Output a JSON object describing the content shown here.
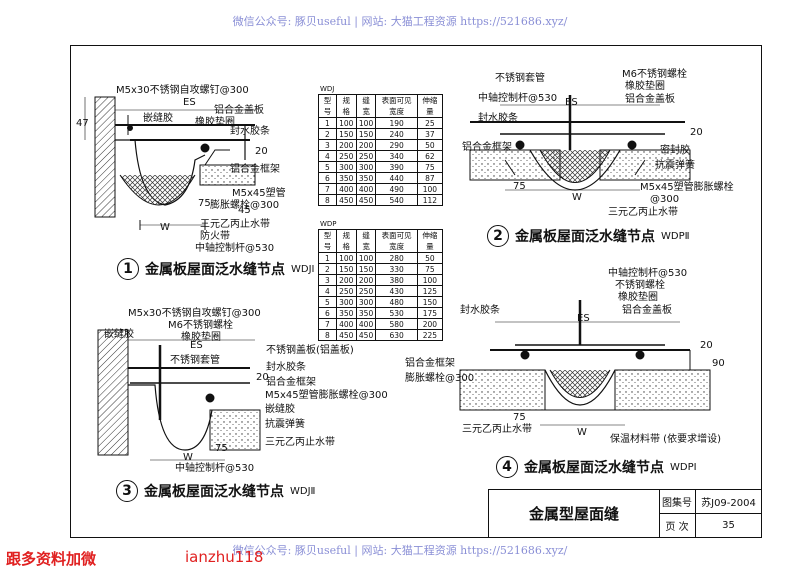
{
  "watermark_top": "微信公众号: 豚贝useful | 网站: 大猫工程资源 https://521686.xyz/",
  "watermark_bottom": "微信公众号: 豚贝useful | 网站: 大猫工程资源 https://521686.xyz/",
  "footer_left": "跟多资料加微",
  "footer_right": "ianzhu118",
  "details": {
    "d1": {
      "number": "1",
      "title": "金属板屋面泛水缝节点",
      "code": "WDJⅠ",
      "labels": {
        "screw": "M5x30不锈钢自攻螺钉@300",
        "es": "ES",
        "sealant": "嵌缝胶",
        "cover": "铝合金盖板",
        "washer": "橡胶垫圈",
        "seal_strip": "封水胶条",
        "frame": "铝合金框架",
        "bolt": "M5x45塑管",
        "bolt2": "膨胀螺栓@300",
        "epdm": "三元乙丙止水带",
        "fireproof": "防火带",
        "rod": "中轴控制杆@530",
        "dim_47": "47",
        "dim_20": "20",
        "dim_75": "75",
        "dim_45": "45",
        "w": "W"
      }
    },
    "d2": {
      "number": "2",
      "title": "金属板屋面泛水缝节点",
      "code": "WDPⅡ",
      "labels": {
        "sleeve": "不锈钢套管",
        "m6bolt": "M6不锈钢螺栓",
        "washer": "橡胶垫圈",
        "rod": "中轴控制杆@530",
        "cover": "铝合金盖板",
        "seal_strip": "封水胶条",
        "frame": "铝合金框架",
        "sealant": "密封胶",
        "spring": "抗震弹簧",
        "bolt": "M5x45塑管膨胀螺栓",
        "bolt2": "@300",
        "epdm": "三元乙丙止水带",
        "es": "ES",
        "dim_20": "20",
        "dim_75": "75",
        "w": "W"
      }
    },
    "d3": {
      "number": "3",
      "title": "金属板屋面泛水缝节点",
      "code": "WDJⅡ",
      "labels": {
        "screw": "M5x30不锈钢自攻螺钉@300",
        "m6bolt": "M6不锈钢螺栓",
        "washer": "橡胶垫圈",
        "sealant": "嵌缝胶",
        "cover": "不锈钢盖板(铝盖板)",
        "sleeve": "不锈钢套管",
        "seal_strip": "封水胶条",
        "frame": "铝合金框架",
        "bolt": "M5x45塑管膨胀螺栓@300",
        "sealant2": "嵌缝胶",
        "spring": "抗震弹簧",
        "epdm": "三元乙丙止水带",
        "rod": "中轴控制杆@530",
        "es": "ES",
        "dim_20": "20",
        "dim_75": "75",
        "w": "W"
      }
    },
    "d4": {
      "number": "4",
      "title": "金属板屋面泛水缝节点",
      "code": "WDPⅠ",
      "labels": {
        "rod": "中轴控制杆@530",
        "m6bolt": "不锈钢螺栓",
        "washer": "橡胶垫圈",
        "seal_strip": "封水胶条",
        "cover": "铝合金盖板",
        "frame": "铝合金框架",
        "bolt": "膨胀螺栓@300",
        "epdm": "三元乙丙止水带",
        "insulation": "保温材料带 (依要求增设)",
        "es": "ES",
        "dim_20": "20",
        "dim_90": "90",
        "dim_75": "75",
        "w": "W"
      }
    }
  },
  "table_wdj": {
    "caption": "WDJ",
    "headers": [
      "型号",
      "规格",
      "缝宽",
      "表面可见宽度",
      "伸缩量"
    ],
    "rows": [
      [
        "1",
        "100",
        "100",
        "190",
        "25"
      ],
      [
        "2",
        "150",
        "150",
        "240",
        "37"
      ],
      [
        "3",
        "200",
        "200",
        "290",
        "50"
      ],
      [
        "4",
        "250",
        "250",
        "340",
        "62"
      ],
      [
        "5",
        "300",
        "300",
        "390",
        "75"
      ],
      [
        "6",
        "350",
        "350",
        "440",
        "87"
      ],
      [
        "7",
        "400",
        "400",
        "490",
        "100"
      ],
      [
        "8",
        "450",
        "450",
        "540",
        "112"
      ]
    ]
  },
  "table_wdp": {
    "caption": "WDP",
    "headers": [
      "型号",
      "规格",
      "缝宽",
      "表面可见宽度",
      "伸缩量"
    ],
    "rows": [
      [
        "1",
        "100",
        "100",
        "280",
        "50"
      ],
      [
        "2",
        "150",
        "150",
        "330",
        "75"
      ],
      [
        "3",
        "200",
        "200",
        "380",
        "100"
      ],
      [
        "4",
        "250",
        "250",
        "430",
        "125"
      ],
      [
        "5",
        "300",
        "300",
        "480",
        "150"
      ],
      [
        "6",
        "350",
        "350",
        "530",
        "175"
      ],
      [
        "7",
        "400",
        "400",
        "580",
        "200"
      ],
      [
        "8",
        "450",
        "450",
        "630",
        "225"
      ]
    ]
  },
  "title_block": {
    "main": "金属型屋面缝",
    "atlas_label": "图集号",
    "atlas_value": "苏J09-2004",
    "page_label": "页 次",
    "page_value": "35"
  }
}
